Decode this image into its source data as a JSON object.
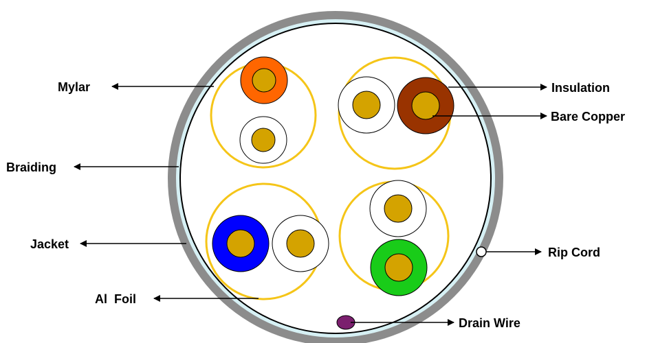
{
  "labels": {
    "mylar": "Mylar",
    "braiding": "Braiding",
    "jacket": "Jacket",
    "al_foil": "Al  Foil",
    "insulation": "Insulation",
    "bare_copper": "Bare Copper",
    "rip_cord": "Rip Cord",
    "drain_wire": "Drain Wire"
  },
  "colors": {
    "jacket": "#8c8c8c",
    "braiding": "#d6f0f4",
    "mylar_ring": "#f5c518",
    "copper": "#d4a300",
    "orange": "#ff6600",
    "brown": "#993300",
    "blue": "#0000ff",
    "green": "#19cc19",
    "white": "#ffffff",
    "drain_wire": "#7b1f6e"
  }
}
